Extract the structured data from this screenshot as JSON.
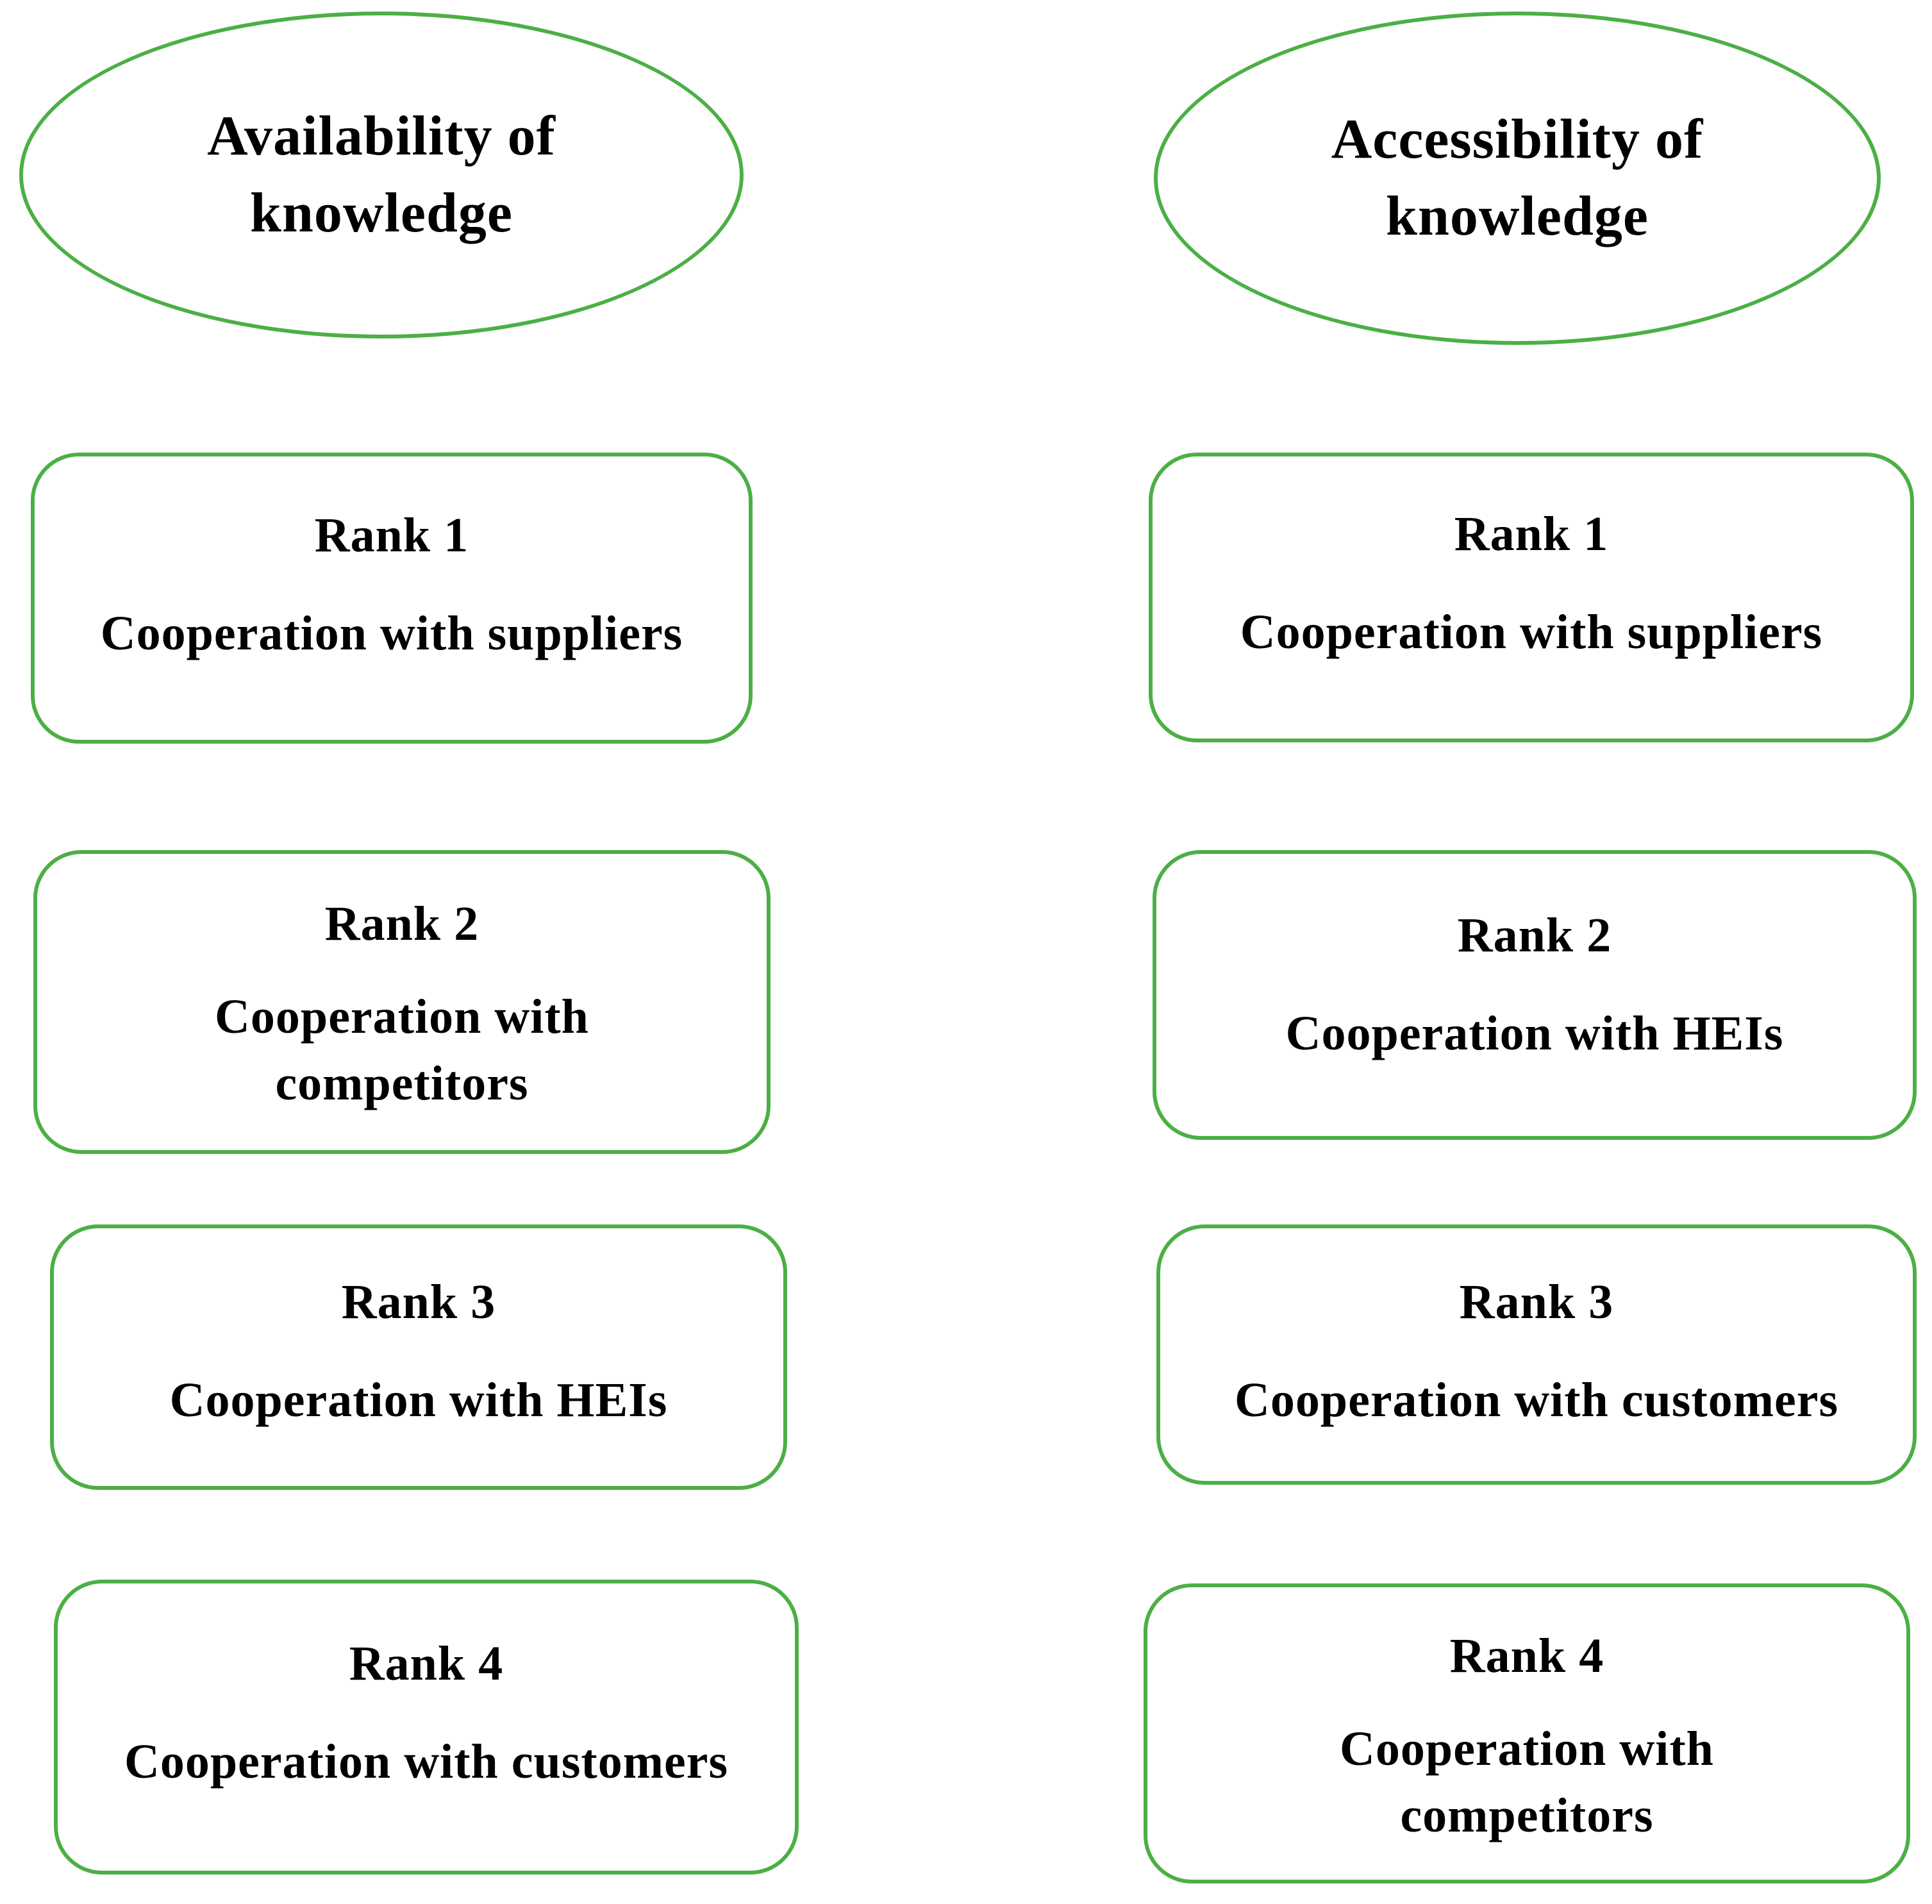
{
  "left_column": {
    "header": "Availability of knowledge",
    "ranks": [
      {
        "rank": "Rank 1",
        "label": "Cooperation with suppliers"
      },
      {
        "rank": "Rank 2",
        "label": "Cooperation with\ncompetitors"
      },
      {
        "rank": "Rank 3",
        "label": "Cooperation with HEIs"
      },
      {
        "rank": "Rank 4",
        "label": "Cooperation with customers"
      }
    ]
  },
  "right_column": {
    "header": "Accessibility of knowledge",
    "ranks": [
      {
        "rank": "Rank 1",
        "label": "Cooperation with suppliers"
      },
      {
        "rank": "Rank 2",
        "label": "Cooperation with HEIs"
      },
      {
        "rank": "Rank 3",
        "label": "Cooperation with customers"
      },
      {
        "rank": "Rank 4",
        "label": "Cooperation with\ncompetitors"
      }
    ]
  },
  "colors": {
    "border": "#4caf45"
  }
}
